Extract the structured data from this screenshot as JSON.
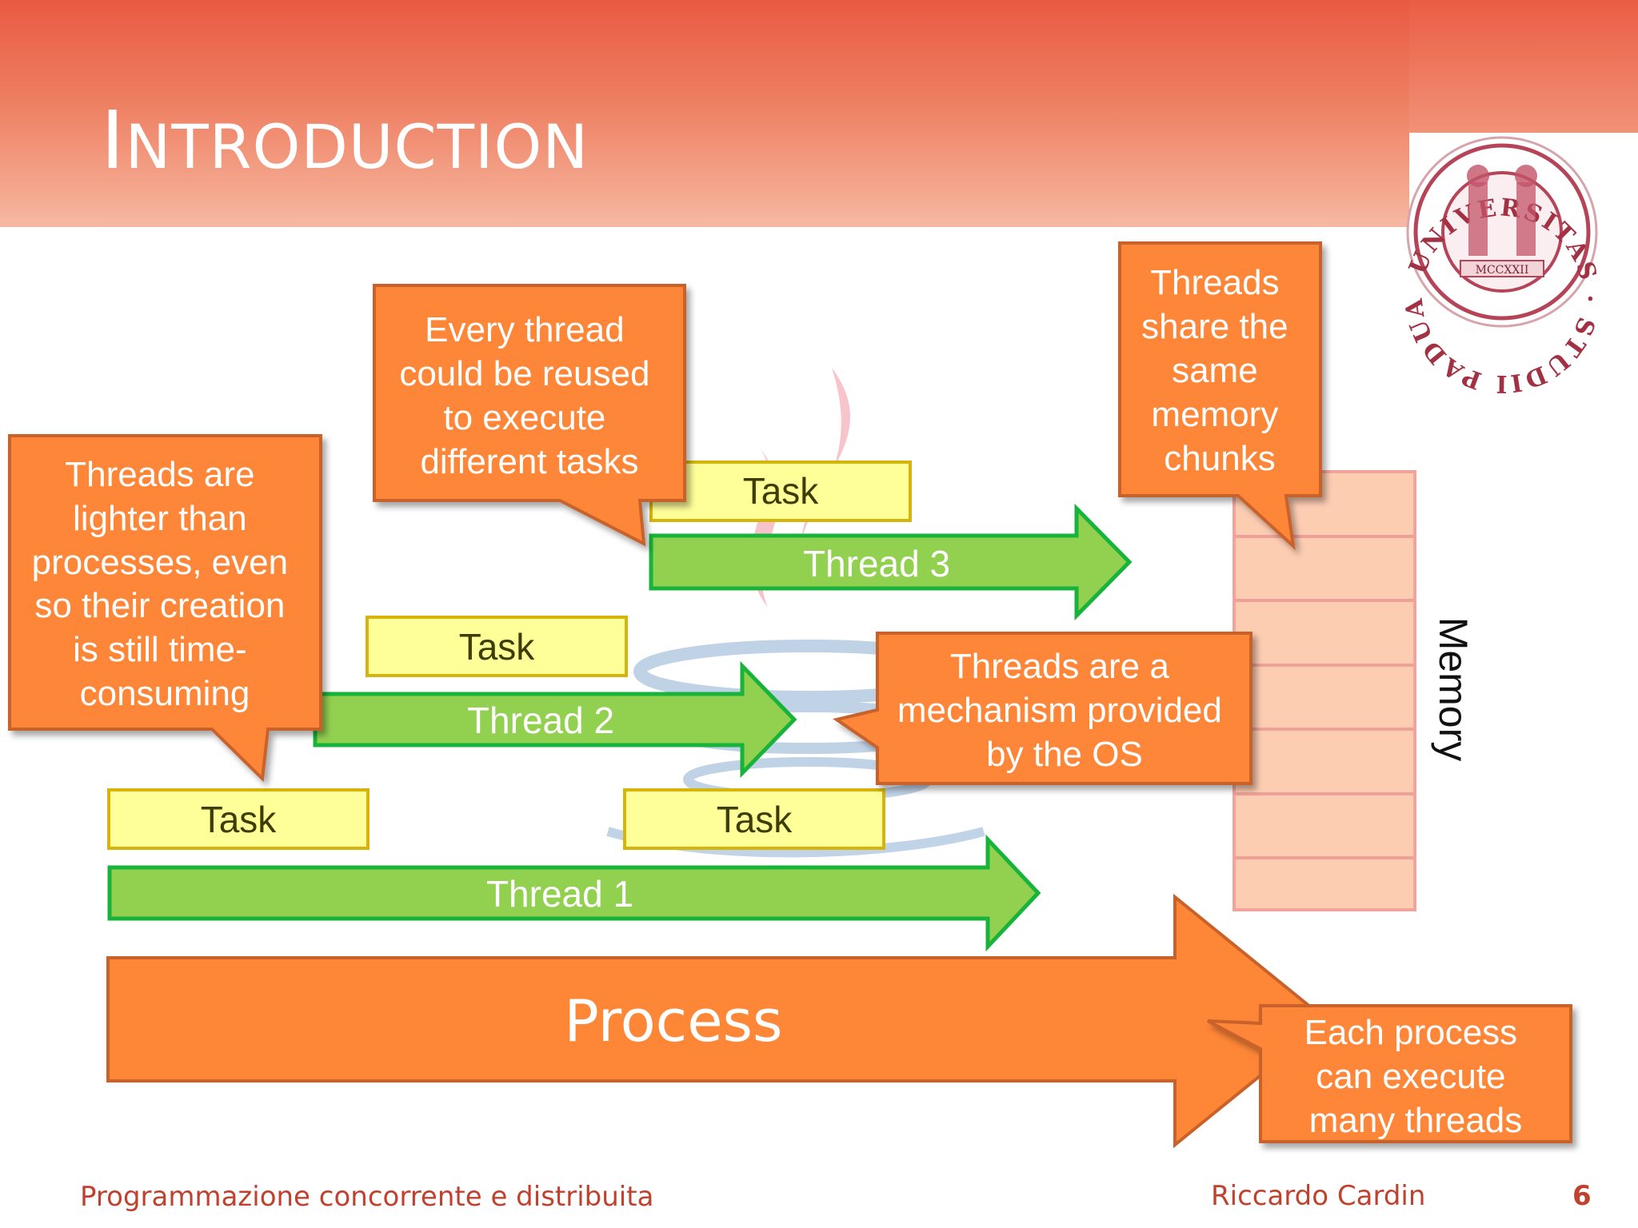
{
  "slide": {
    "title_initial": "I",
    "title_rest": "NTRODUCTION"
  },
  "diagram": {
    "process_label": "Process",
    "threads": [
      {
        "label": "Thread 3"
      },
      {
        "label": "Thread 2"
      },
      {
        "label": "Thread 1"
      }
    ],
    "tasks": [
      {
        "label": "Task"
      },
      {
        "label": "Task"
      },
      {
        "label": "Task"
      },
      {
        "label": "Task"
      }
    ],
    "memory_label": "Memory",
    "memory_cells": 7,
    "callouts": [
      {
        "lines": [
          "Every thread",
          "could be reused",
          "to execute",
          "different tasks"
        ]
      },
      {
        "lines": [
          "Threads are",
          "lighter than",
          "processes, even",
          "so their creation",
          "is still time-",
          "consuming"
        ]
      },
      {
        "lines": [
          "Threads",
          "share the",
          "same",
          "memory",
          "chunks"
        ]
      },
      {
        "lines": [
          "Threads are a",
          "mechanism provided",
          "by the OS"
        ]
      },
      {
        "lines": [
          "Each process",
          "can execute",
          "many threads"
        ]
      }
    ],
    "seal_text": "UNIVERSITAS · STUDII PADUANI",
    "seal_year": "MCCXXII"
  },
  "footer": {
    "course": "Programmazione concorrente e distribuita",
    "author": "Riccardo Cardin",
    "page": "6"
  },
  "colors": {
    "accent": "#e95a42",
    "orange": "#fe8637",
    "green": "#92d050",
    "yellow": "#ffff99",
    "memory": "#fdcdb2"
  }
}
